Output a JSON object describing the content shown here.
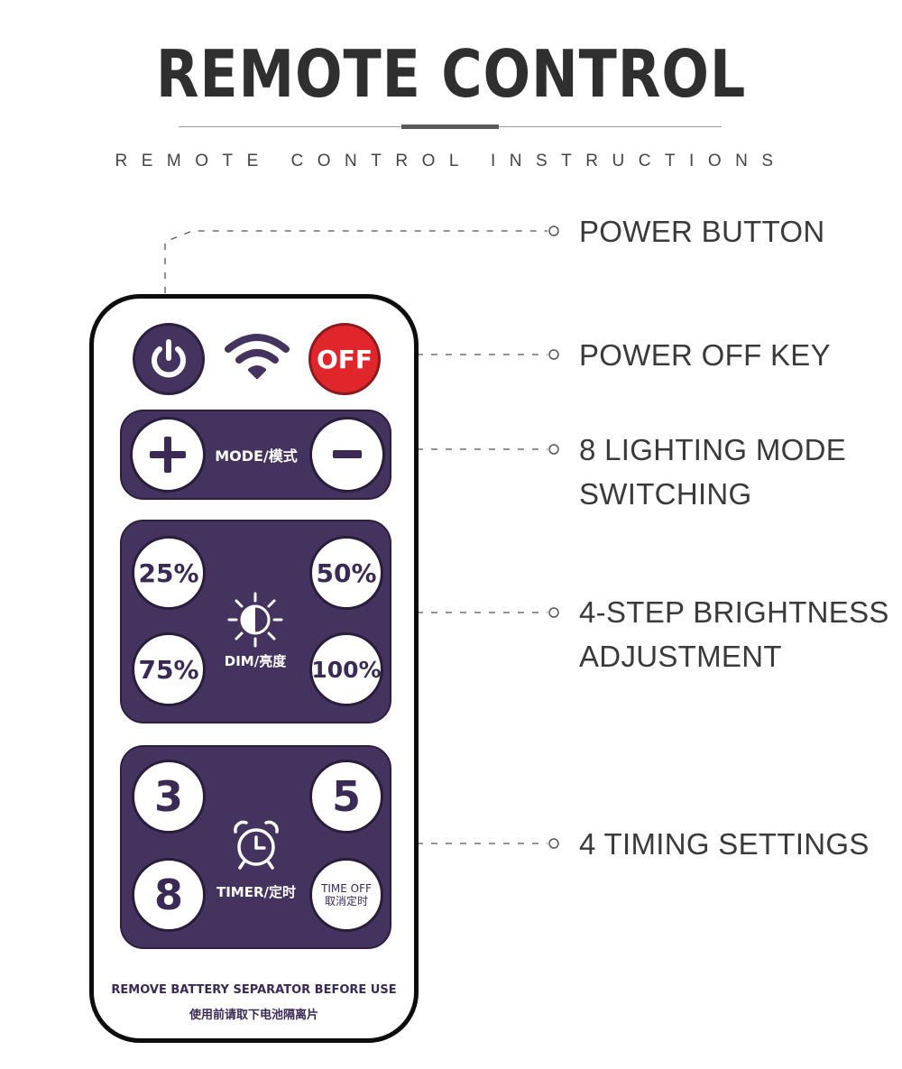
{
  "header": {
    "title": "REMOTE CONTROL",
    "subtitle": "REMOTE CONTROL INSTRUCTIONS"
  },
  "callouts": {
    "power_button": "POWER BUTTON",
    "power_off_key": "POWER OFF KEY",
    "lighting_mode_line1": "8 LIGHTING MODE",
    "lighting_mode_line2": "SWITCHING",
    "brightness_line1": "4-STEP BRIGHTNESS",
    "brightness_line2": "ADJUSTMENT",
    "timing": "4 TIMING SETTINGS"
  },
  "remote": {
    "off_label": "OFF",
    "mode_label": "MODE/模式",
    "plus_label": "+",
    "minus_label": "−",
    "dim_label": "DIM/亮度",
    "b25": "25%",
    "b50": "50%",
    "b75": "75%",
    "b100": "100%",
    "timer_label": "TIMER/定时",
    "t3": "3",
    "t5": "5",
    "t8": "8",
    "time_off_line1": "TIME OFF",
    "time_off_line2": "取消定时",
    "footer_en": "REMOVE BATTERY SEPARATOR BEFORE USE",
    "footer_cn": "使用前请取下电池隔离片"
  },
  "colors": {
    "panel": "#45335f",
    "off_button": "#e0262b",
    "power_button": "#45335f"
  },
  "icons": [
    "power-icon",
    "wifi-icon",
    "sun-icon",
    "alarm-clock-icon"
  ]
}
